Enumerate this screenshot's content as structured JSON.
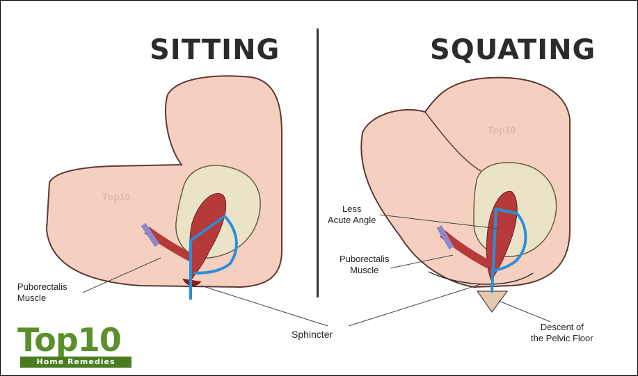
{
  "titles": {
    "left": "SITTING",
    "right": "SQUATING"
  },
  "labels": {
    "left_puborectalis": "Puborectalis\nMuscle",
    "less_acute_angle": "Less\nAcute Angle",
    "right_puborectalis": "Puborectalis\nMuscle",
    "sphincter": "Sphincter",
    "descent": "Descent of\nthe Pelvic Floor"
  },
  "watermarks": {
    "left": "Top10",
    "right": "Top10"
  },
  "logo": {
    "brand": "Top10",
    "tagline": "Home Remedies"
  },
  "colors": {
    "skin": "#f5cfc0",
    "skin_edge": "#5a3a33",
    "bone": "#eae3c8",
    "muscle": "#b63a3a",
    "accent_blue": "#2a8fd8",
    "logo_green": "#5a8f2a"
  }
}
